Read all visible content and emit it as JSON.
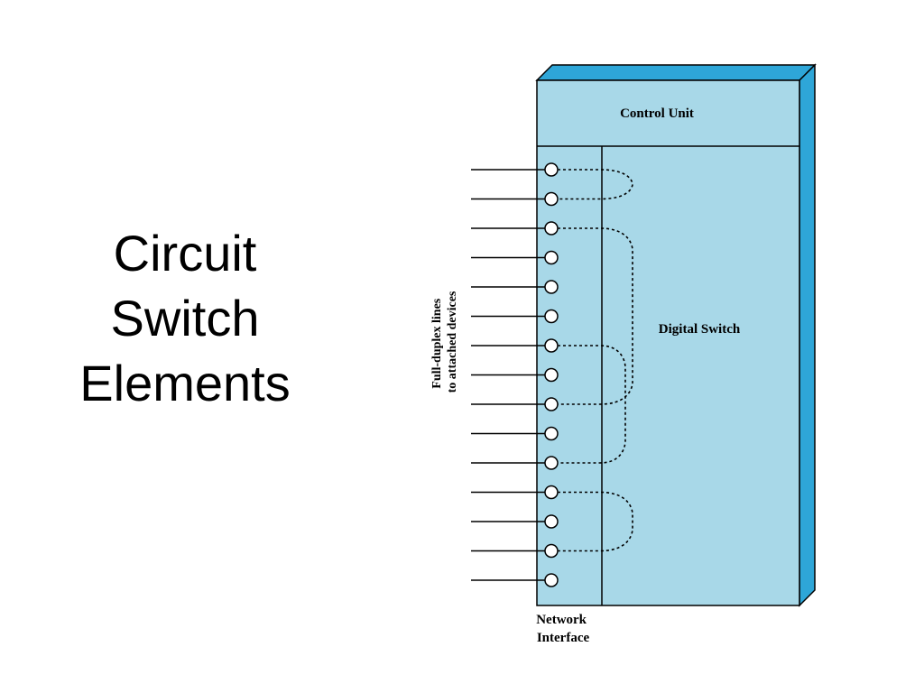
{
  "slide": {
    "title_lines": [
      "Circuit",
      "Switch",
      "Elements"
    ]
  },
  "diagram": {
    "control_unit_label": "Control Unit",
    "digital_switch_label": "Digital Switch",
    "network_interface_label_lines": [
      "Network",
      "Interface"
    ],
    "lines_label_lines": [
      "Full-duplex lines",
      "to attached devices"
    ],
    "port_count": 15,
    "connections": [
      [
        0,
        1
      ],
      [
        2,
        8
      ],
      [
        6,
        10
      ],
      [
        11,
        13
      ]
    ],
    "colors": {
      "box_fill": "#a8d8e8",
      "box_side": "#2ea6d8",
      "outline": "#000000"
    }
  }
}
